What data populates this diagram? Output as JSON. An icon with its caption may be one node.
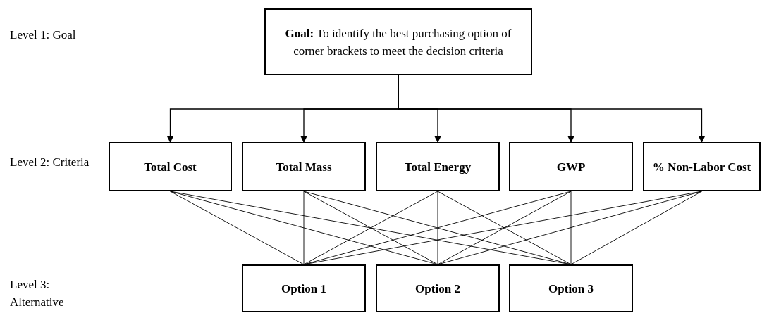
{
  "diagram": {
    "nodes": [
      {
        "text": [
          "**Goal:** To identify the best purchasing option of corner brackets to meet the decision criteria"
        ]
      },
      {
        "text": [
          "Total Cost"
        ]
      },
      {
        "text": [
          "Total Mass"
        ]
      },
      {
        "text": [
          "Total Energy"
        ]
      },
      {
        "text": [
          "GWP"
        ]
      },
      {
        "text": [
          "% Non-Labor Cost"
        ]
      },
      {
        "text": [
          "Option 1"
        ]
      },
      {
        "text": [
          "Option 2"
        ]
      },
      {
        "text": [
          "Option 3"
        ]
      }
    ],
    "edges": [
      {
        "from": 0,
        "to": 1,
        "arrow": "to"
      },
      {
        "from": 0,
        "to": 2,
        "arrow": "to"
      },
      {
        "from": 0,
        "to": 3,
        "arrow": "to"
      },
      {
        "from": 0,
        "to": 4,
        "arrow": "to"
      },
      {
        "from": 0,
        "to": 5,
        "arrow": "to"
      },
      {
        "from": 1,
        "to": 6,
        "arrow": "none"
      },
      {
        "from": 1,
        "to": 7,
        "arrow": "none"
      },
      {
        "from": 1,
        "to": 8,
        "arrow": "none"
      },
      {
        "from": 2,
        "to": 6,
        "arrow": "none"
      },
      {
        "from": 2,
        "to": 7,
        "arrow": "none"
      },
      {
        "from": 2,
        "to": 8,
        "arrow": "none"
      },
      {
        "from": 3,
        "to": 6,
        "arrow": "none"
      },
      {
        "from": 3,
        "to": 7,
        "arrow": "none"
      },
      {
        "from": 3,
        "to": 8,
        "arrow": "none"
      },
      {
        "from": 4,
        "to": 6,
        "arrow": "none"
      },
      {
        "from": 4,
        "to": 7,
        "arrow": "none"
      },
      {
        "from": 4,
        "to": 8,
        "arrow": "none"
      },
      {
        "from": 5,
        "to": 6,
        "arrow": "none"
      },
      {
        "from": 5,
        "to": 7,
        "arrow": "none"
      },
      {
        "from": 5,
        "to": 8,
        "arrow": "none"
      }
    ],
    "labels": [
      "Level 1: Goal",
      "Level 2: Criteria",
      "Level 3: Alternative"
    ]
  }
}
